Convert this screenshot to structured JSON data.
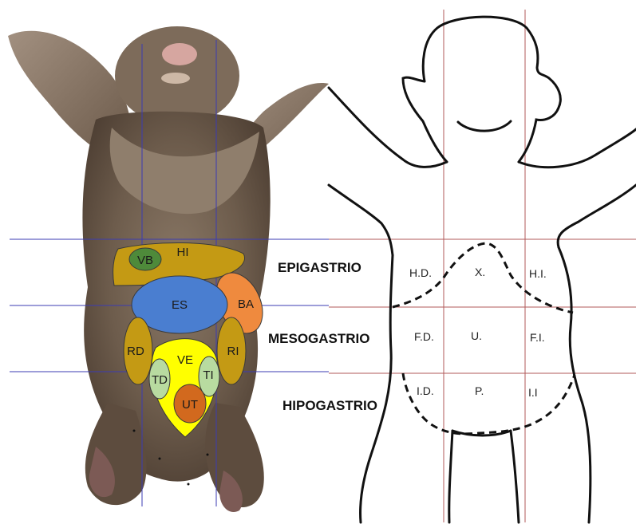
{
  "colors": {
    "fur_dark": "#5e4e40",
    "fur_light": "#9b8a78",
    "grid_photo": "#3b3bb3",
    "grid_drawing": "#b05a5a",
    "hi": "#c49a14",
    "vb": "#4e8a3a",
    "es": "#4a7ed0",
    "ba": "#ef8a3e",
    "rd": "#c49a14",
    "ri": "#c49a14",
    "ve": "#ffff00",
    "td": "#b8dba0",
    "ti": "#b8dba0",
    "ut": "#d2691e"
  },
  "organs": {
    "hi": "HI",
    "vb": "VB",
    "es": "ES",
    "ba": "BA",
    "rd": "RD",
    "ri": "RI",
    "ve": "VE",
    "td": "TD",
    "ti": "TI",
    "ut": "UT"
  },
  "regions": {
    "epigastrio": "EPIGASTRIO",
    "mesogastrio": "MESOGASTRIO",
    "hipogastrio": "HIPOGASTRIO"
  },
  "quadrants": {
    "hd": "H.D.",
    "x": "X.",
    "hi": "H.I.",
    "fd": "F.D.",
    "u": "U.",
    "fi": "F.I.",
    "id": "I.D.",
    "p": "P.",
    "ii": "I.I"
  }
}
